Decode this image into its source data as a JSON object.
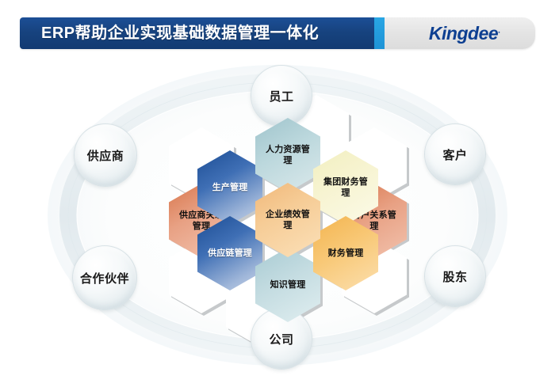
{
  "header": {
    "title": "ERP帮助企业实现基础数据管理一体化",
    "brand": "Kingdee",
    "brand_dot": "·",
    "accent_color": "#1c4f96",
    "accent_strip_color": "#29a6e4",
    "bar_bg_color": "#e4e4e4",
    "brand_color": "#0d3f91"
  },
  "diagram": {
    "type": "hexagon-cluster-with-stakeholder-ring",
    "stakeholders": [
      {
        "id": "employee",
        "label": "员工",
        "position": "top"
      },
      {
        "id": "customer",
        "label": "客户",
        "position": "right-top"
      },
      {
        "id": "shareholder",
        "label": "股东",
        "position": "right-bottom"
      },
      {
        "id": "company",
        "label": "公司",
        "position": "bottom"
      },
      {
        "id": "partner",
        "label": "合作伙伴",
        "position": "left-bottom"
      },
      {
        "id": "supplier",
        "label": "供应商",
        "position": "left-top"
      }
    ],
    "modules": [
      {
        "id": "hr",
        "label": "人力资源管理",
        "color": "#9fc4cc",
        "color_name": "teal"
      },
      {
        "id": "group-fi",
        "label": "集团财务管理",
        "color": "#f2efc0",
        "color_name": "cream"
      },
      {
        "id": "mfg",
        "label": "生产管理",
        "color": "#1c4d94",
        "color_name": "blue"
      },
      {
        "id": "epm",
        "label": "企业绩效管理",
        "color": "#f0b87a",
        "color_name": "orange"
      },
      {
        "id": "srm",
        "label": "供应商关系管理",
        "color": "#d9774d",
        "color_name": "salmon"
      },
      {
        "id": "crm",
        "label": "客户关系管理",
        "color": "#d9774d",
        "color_name": "salmon"
      },
      {
        "id": "scm",
        "label": "供应链管理",
        "color": "#1c4d94",
        "color_name": "blue"
      },
      {
        "id": "fi",
        "label": "财务管理",
        "color": "#f3b44f",
        "color_name": "amber"
      },
      {
        "id": "km",
        "label": "知识管理",
        "color": "#a8cbd3",
        "color_name": "light-blue"
      }
    ],
    "empty_cells": 6,
    "ring_color": "#e7eef1"
  }
}
